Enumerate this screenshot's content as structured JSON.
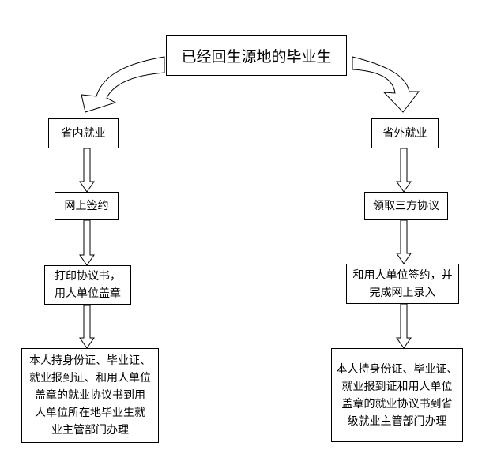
{
  "title": "已经回生源地的毕业生",
  "left": {
    "branch": "省内就业",
    "step1": "网上签约",
    "step2_line1": "打印协议书，",
    "step2_line2": "用人单位盖章",
    "final_line1": "本人持身份证、毕业证、",
    "final_line2": "就业报到证、和用人单位",
    "final_line3": "盖章的就业协议书到用",
    "final_line4": "人单位所在地毕业生就",
    "final_line5": "业主管部门办理"
  },
  "right": {
    "branch": "省外就业",
    "step1": "领取三方协议",
    "step2_line1": "和用人单位签约，并",
    "step2_line2": "完成网上录入",
    "final_line1": "本人持身份证、毕业证、",
    "final_line2": "就业报到证和用人单位",
    "final_line3": "盖章的就业协议书到省",
    "final_line4": "级就业主管部门办理"
  }
}
